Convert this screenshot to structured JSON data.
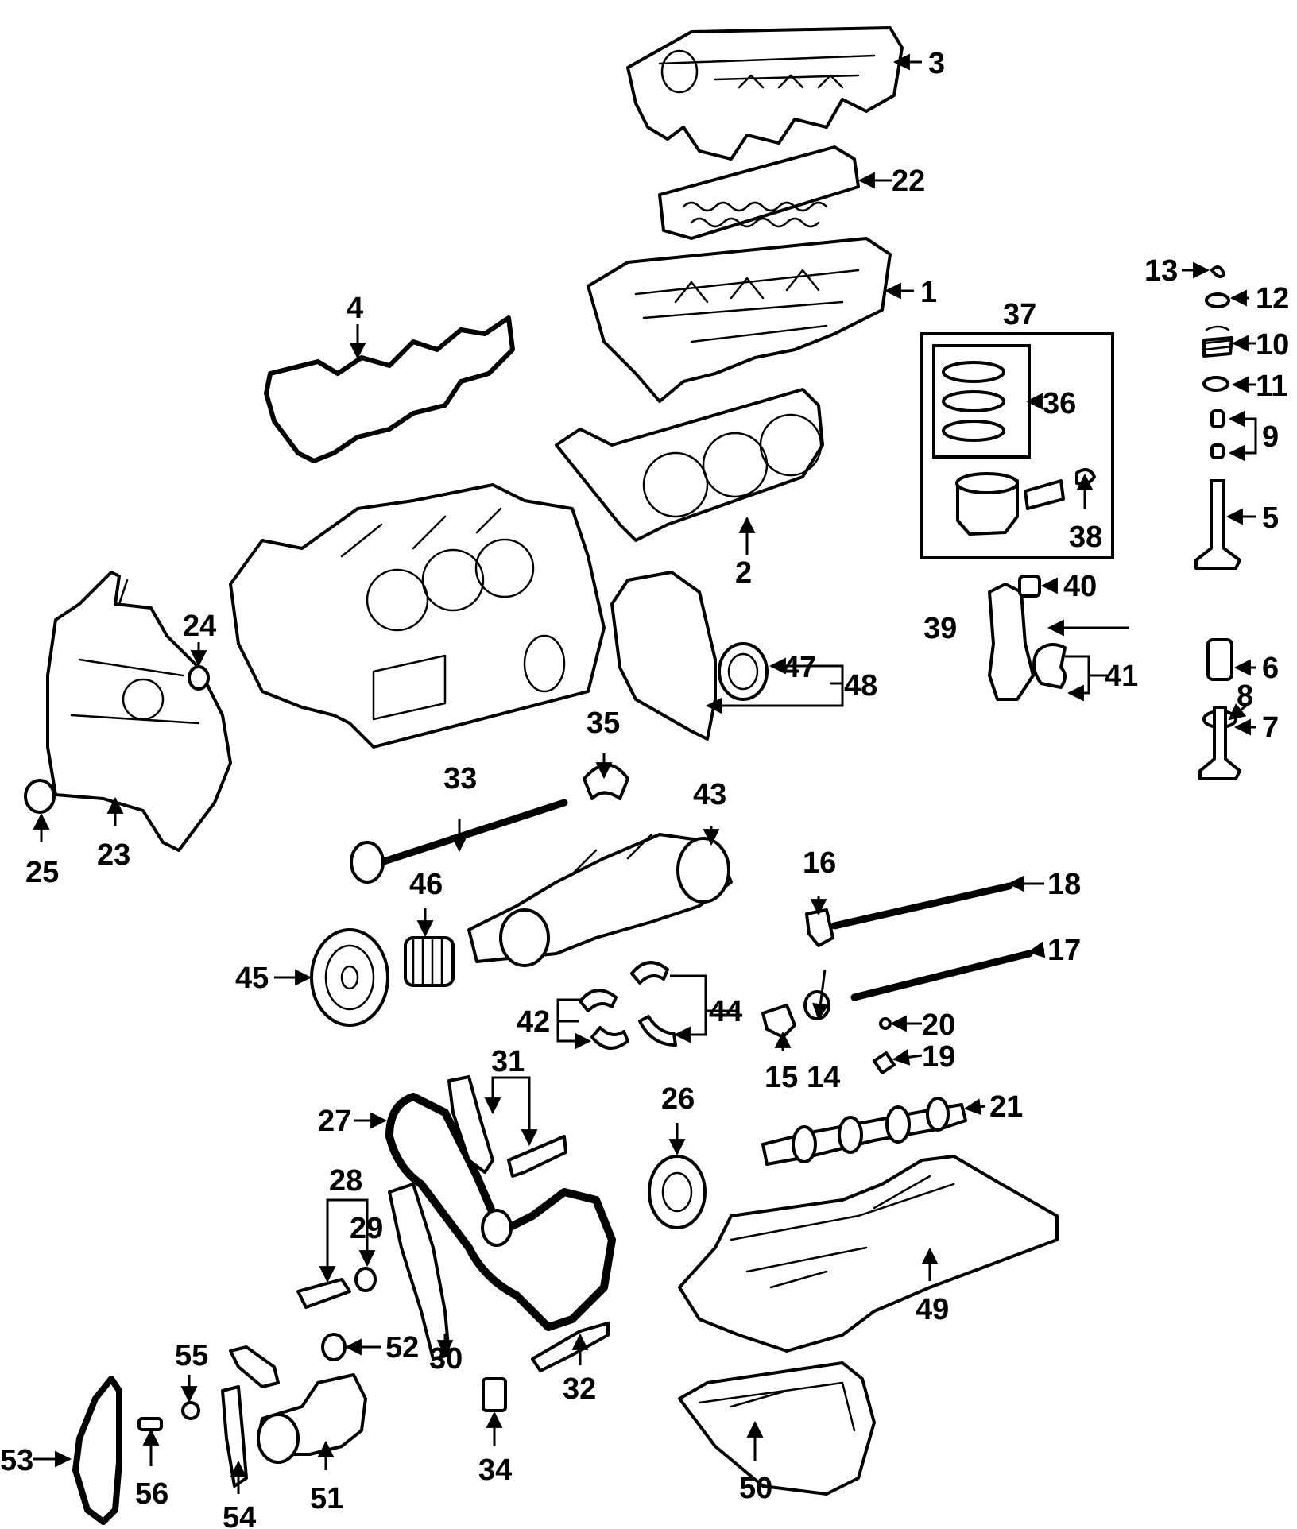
{
  "callouts": [
    "1",
    "2",
    "3",
    "4",
    "5",
    "6",
    "7",
    "8",
    "9",
    "10",
    "11",
    "12",
    "13",
    "14",
    "15",
    "16",
    "17",
    "18",
    "19",
    "20",
    "21",
    "22",
    "23",
    "24",
    "25",
    "26",
    "27",
    "28",
    "29",
    "30",
    "31",
    "32",
    "33",
    "34",
    "35",
    "36",
    "37",
    "38",
    "39",
    "40",
    "41",
    "42",
    "43",
    "44",
    "45",
    "46",
    "47",
    "48",
    "49",
    "50",
    "51",
    "52",
    "53",
    "54",
    "55",
    "56"
  ]
}
